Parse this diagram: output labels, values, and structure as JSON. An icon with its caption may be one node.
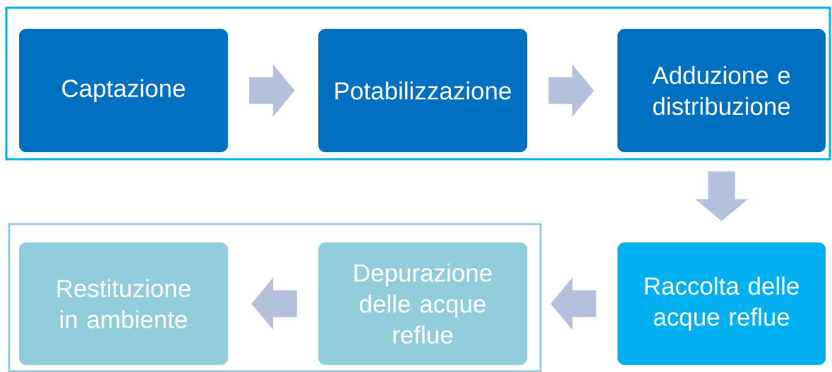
{
  "diagram": {
    "nodes": [
      {
        "text": [],
        "shape": "box"
      },
      {
        "text": [
          "Captazione"
        ],
        "in": 0
      },
      {
        "text": [
          "Potabilizzazione"
        ],
        "in": 0
      },
      {
        "text": [
          "Adduzione e distribuzione"
        ],
        "in": 0
      },
      {
        "text": [
          "Raccolta delle acque reflue"
        ]
      },
      {
        "text": [],
        "shape": "box"
      },
      {
        "text": [
          "Restituzione in ambiente"
        ],
        "in": 5
      },
      {
        "text": [
          "Depurazione delle acque reflue"
        ],
        "in": 5
      }
    ],
    "edges": [
      {
        "from": 1,
        "to": 2,
        "arrow": "to"
      },
      {
        "from": 2,
        "to": 3,
        "arrow": "to"
      },
      {
        "from": 3,
        "to": 4,
        "arrow": "to"
      },
      {
        "from": 4,
        "to": 7,
        "arrow": "to"
      },
      {
        "from": 7,
        "to": 6,
        "arrow": "to"
      }
    ]
  }
}
